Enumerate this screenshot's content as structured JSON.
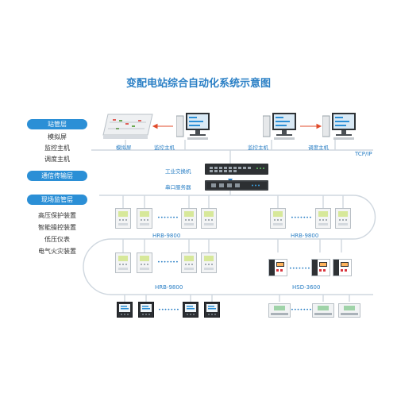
{
  "title": "变配电站综合自动化系统示意图",
  "layers": [
    {
      "name": "站管层",
      "items": [
        "模拟屏",
        "监控主机",
        "调度主机"
      ]
    },
    {
      "name": "通信传输层",
      "items": []
    },
    {
      "name": "现场监管层",
      "items": [
        "高压保护装置",
        "智能操控装置",
        "低压仪表",
        "电气火灾装置"
      ]
    }
  ],
  "station": {
    "simulation_label": "模拟屏",
    "monitor_left_label": "监控主机",
    "monitor_right_label": "监控主机",
    "dispatch_label": "调度主机",
    "network_label": "TCP/IP"
  },
  "transport": {
    "switch_label": "工业交换机",
    "server_label": "串口服务器"
  },
  "field": {
    "group1_label": "HRB-9800",
    "group2_label": "HRB-9800",
    "group3_label": "HRB-9800",
    "group4_label": "HSD-3600",
    "ellipsis": "•••••••"
  },
  "colors": {
    "accent": "#2a7fc5",
    "line": "#cfd7df",
    "pill": "#2b8fd6",
    "arrow": "#e04b2b"
  }
}
